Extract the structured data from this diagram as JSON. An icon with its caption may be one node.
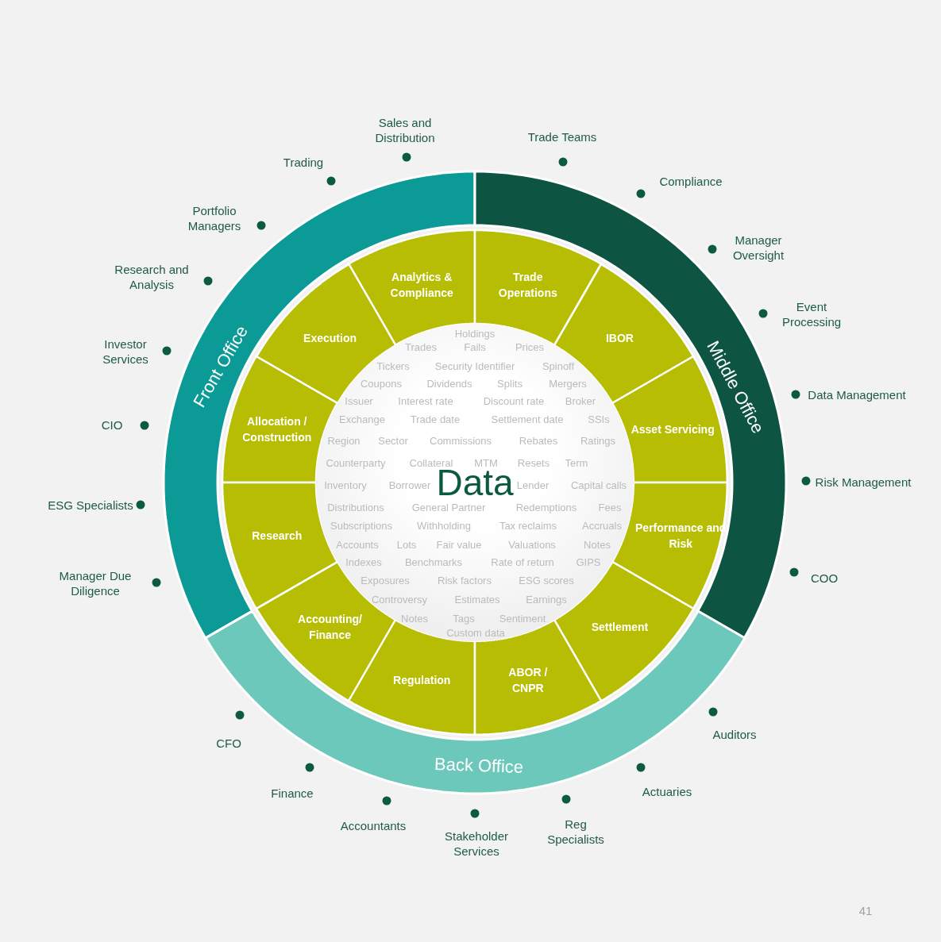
{
  "diagram": {
    "nodes": [
      {
        "text": [
          "Front Office"
        ]
      },
      {
        "text": [
          "Middle Office"
        ]
      },
      {
        "text": [
          "Back Office"
        ]
      },
      {
        "text": [
          "Analytics & Compliance"
        ]
      },
      {
        "text": [
          "Trade Operations"
        ]
      },
      {
        "text": [
          "Execution"
        ]
      },
      {
        "text": [
          "IBOR"
        ]
      },
      {
        "text": [
          "Asset Servicing"
        ]
      },
      {
        "text": [
          "Allocation / Construction"
        ]
      },
      {
        "text": [
          "Performance and Risk"
        ]
      },
      {
        "text": [
          "Research"
        ]
      },
      {
        "text": [
          "Accounting/ Finance"
        ]
      },
      {
        "text": [
          "Settlement"
        ]
      },
      {
        "text": [
          "Regulation"
        ]
      },
      {
        "text": [
          "ABOR / CNPR"
        ]
      },
      {
        "text": [
          "Holdings",
          "Trades",
          "Fails",
          "Prices",
          "Tickers",
          "Security Identifier",
          "Spinoff",
          "Coupons",
          "Dividends",
          "Splits",
          "Mergers",
          "Issuer",
          "Interest rate",
          "Discount rate",
          "Broker",
          "Exchange",
          "Trade date",
          "Settlement date",
          "SSIs",
          "Region",
          "Sector",
          "Commissions",
          "Rebates",
          "Ratings",
          "Counterparty",
          "Collateral",
          "MTM",
          "Resets",
          "Term",
          "Inventory",
          "Borrower",
          "Data",
          "Lender",
          "Capital calls",
          "Distributions",
          "General Partner",
          "Redemptions",
          "Fees",
          "Subscriptions",
          "Withholding",
          "Tax reclaims",
          "Accruals",
          "Accounts",
          "Lots",
          "Fair value",
          "Valuations",
          "Notes",
          "Indexes",
          "Benchmarks",
          "Rate of return",
          "GIPS",
          "Exposures",
          "Risk factors",
          "ESG scores",
          "Controversy",
          "Estimates",
          "Earnings",
          "Notes",
          "Tags",
          "Sentiment",
          "Custom data"
        ]
      }
    ],
    "edges": [],
    "labels": [
      "Sales and Distribution",
      "Trade Teams",
      "Trading",
      "Compliance",
      "Portfolio Managers",
      "Manager Oversight",
      "Research and Analysis",
      "Event Processing",
      "Investor Services",
      "Data Management",
      "CIO",
      "Risk Management",
      "ESG Specialists",
      "COO",
      "Manager Due Diligence",
      "CFO",
      "Auditors",
      "Finance",
      "Actuaries",
      "Accountants",
      "Reg Specialists",
      "Stakeholder Services",
      "41"
    ]
  }
}
